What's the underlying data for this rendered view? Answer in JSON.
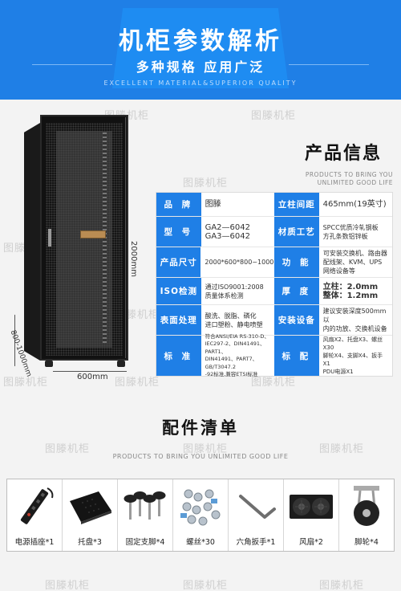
{
  "banner": {
    "title": "机柜参数解析",
    "subtitle": "多种规格  应用广泛",
    "tagline": "EXCELLENT MATERIAL&SUPERIOR QUALITY"
  },
  "watermark": "图滕机柜",
  "dimensions": {
    "height": "2000mm",
    "depth": "800-1000mm",
    "width": "600mm"
  },
  "product_info": {
    "title": "产品信息",
    "subtitle_line1": "PRODUCTS TO BRING YOU",
    "subtitle_line2": "UNLIMITED GOOD LIFE"
  },
  "spec_table": [
    {
      "l1": "品 牌",
      "v1": [
        "图滕"
      ],
      "l2": "立柱间距",
      "v2": [
        "465mm(19英寸)"
      ]
    },
    {
      "l1": "型 号",
      "v1": [
        "GA2—6042",
        "GA3—6042"
      ],
      "l2": "材质工艺",
      "v2": [
        "SPCC优质冷轧钢板",
        "方孔条数铝锌板"
      ]
    },
    {
      "l1": "产品尺寸",
      "v1": [
        "2000*600*800~1000"
      ],
      "l2": "功 能",
      "v2": [
        "可安装交换机、路由器",
        "配线架、KVM、UPS",
        "网络设备等"
      ]
    },
    {
      "l1": "ISO检测",
      "v1": [
        "通过ISO9001:2008",
        "质量体系检测"
      ],
      "l2": "厚 度",
      "v2": [
        "立柱：2.0mm",
        "整体：1.2mm"
      ]
    },
    {
      "l1": "表面处理",
      "v1": [
        "酸洗、脱脂、磷化",
        "进口塑粉、静电喷塑"
      ],
      "l2": "安装设备",
      "v2": [
        "建议安装深度500mm以",
        "内的功放、交换机设备"
      ]
    },
    {
      "l1": "标 准",
      "v1": [
        "符合ANSI/EIA RS-310-D、",
        "IEC297-2、DIN41491、PART1、",
        "DIN41491、PART7、GB/T3047.2",
        "-92标准,兼容ETSI标准"
      ],
      "l2": "标 配",
      "v2": [
        "风扇X2、托盘X3、螺丝X30",
        "脚轮X4、支脚X4、扳手X1",
        "PDU电源X1"
      ]
    }
  ],
  "accessories": {
    "title": "配件清单",
    "subtitle": "PRODUCTS TO BRING YOU UNLIMITED GOOD LIFE",
    "items": [
      {
        "label": "电源插座*1",
        "icon": "power-strip-icon"
      },
      {
        "label": "托盘*3",
        "icon": "tray-icon"
      },
      {
        "label": "固定支脚*4",
        "icon": "leveling-feet-icon"
      },
      {
        "label": "螺丝*30",
        "icon": "screws-icon"
      },
      {
        "label": "六角扳手*1",
        "icon": "hex-wrench-icon"
      },
      {
        "label": "风扇*2",
        "icon": "fan-icon"
      },
      {
        "label": "脚轮*4",
        "icon": "caster-wheel-icon"
      }
    ]
  },
  "colors": {
    "brand_blue": "#1f7fe6",
    "background": "#f3f3f3"
  }
}
